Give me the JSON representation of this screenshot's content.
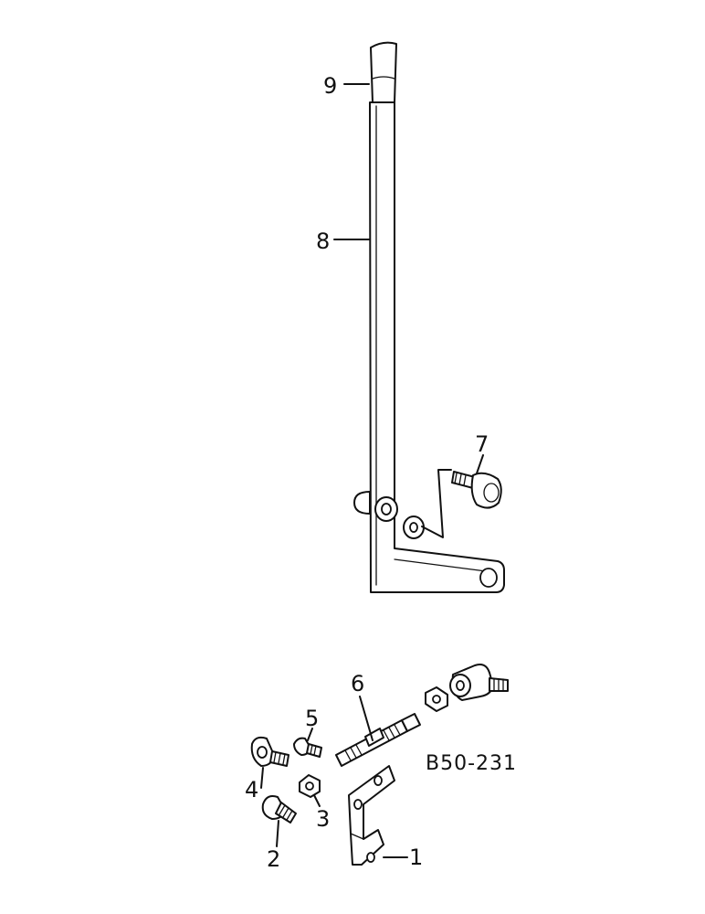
{
  "diagram": {
    "reference_code": "B50-231",
    "callouts": [
      {
        "id": "1",
        "label": "1",
        "part": "bracket"
      },
      {
        "id": "2",
        "label": "2",
        "part": "ball-joint-lower"
      },
      {
        "id": "3",
        "label": "3",
        "part": "nut"
      },
      {
        "id": "4",
        "label": "4",
        "part": "ball-joint-socket"
      },
      {
        "id": "5",
        "label": "5",
        "part": "bolt"
      },
      {
        "id": "6",
        "label": "6",
        "part": "rod"
      },
      {
        "id": "7",
        "label": "7",
        "part": "pivot-bolt"
      },
      {
        "id": "8",
        "label": "8",
        "part": "lever"
      },
      {
        "id": "9",
        "label": "9",
        "part": "grip"
      }
    ]
  }
}
